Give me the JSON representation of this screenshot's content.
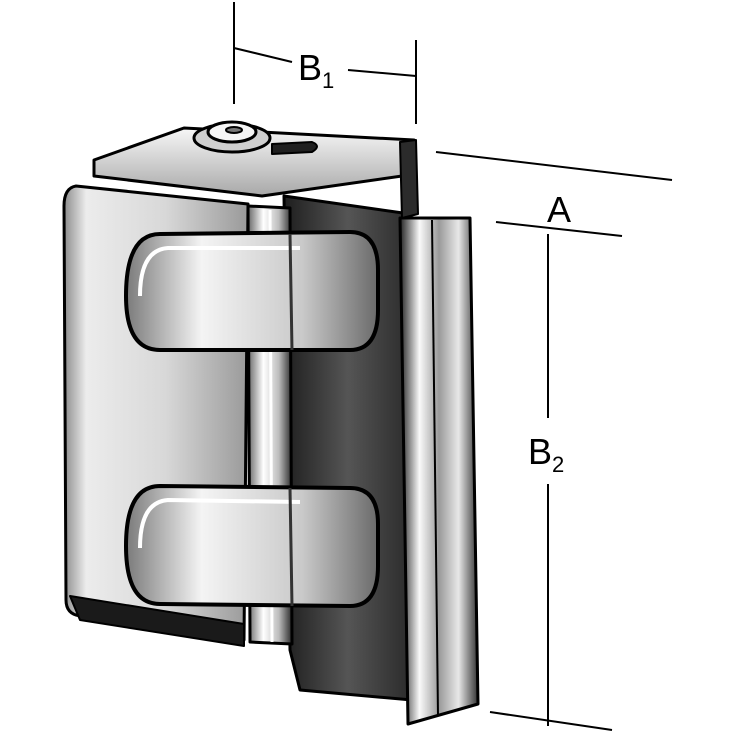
{
  "dimensions": {
    "b1": {
      "main": "B",
      "sub": "1"
    },
    "a": {
      "main": "A"
    },
    "b2": {
      "main": "B",
      "sub": "2"
    }
  },
  "colors": {
    "stroke": "#000000",
    "metal_light": "#f2f2f2",
    "metal_mid": "#b5b5b5",
    "metal_dark": "#3a3a3a"
  }
}
